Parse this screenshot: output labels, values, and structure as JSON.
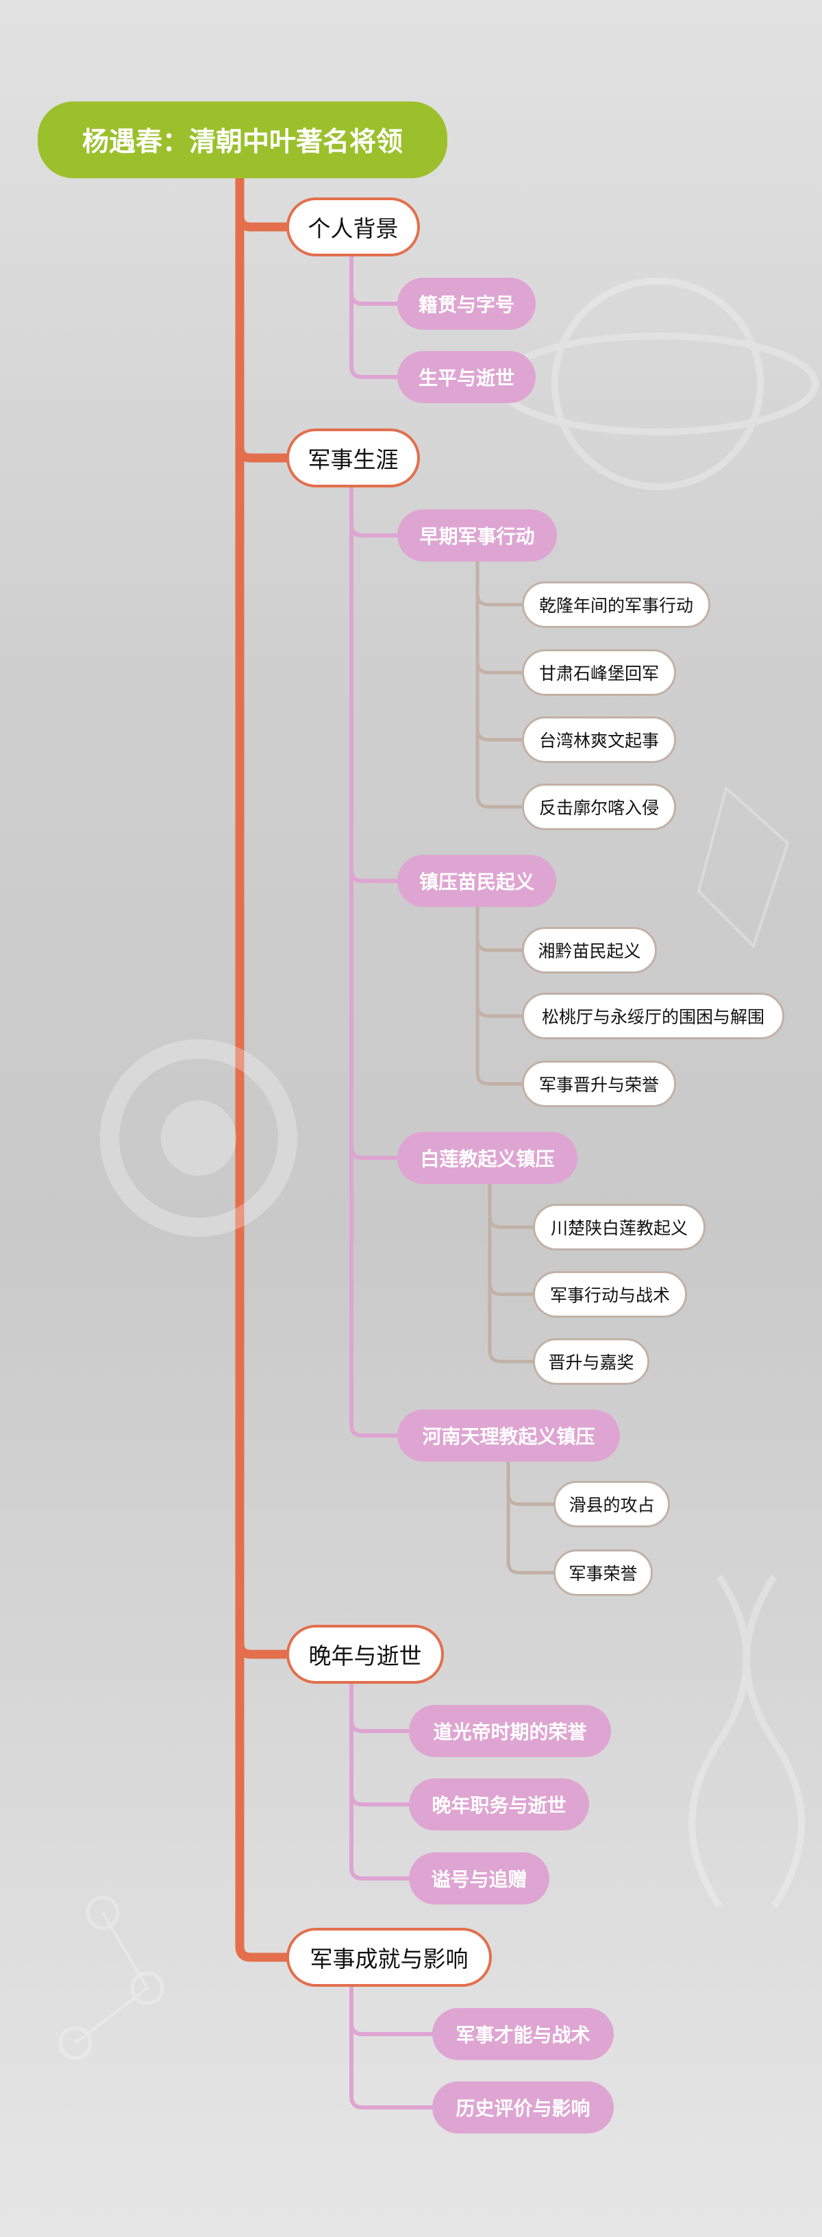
{
  "colors": {
    "root_fill": "#9bc02c",
    "level1_border": "#e36f4d",
    "level2_fill": "#dea5d2",
    "level3_border": "#c2b1a6",
    "trunk_line": "#e36f4d",
    "branch_line": "#dea5d2",
    "leaf_line": "#c2b1a6"
  },
  "root": {
    "label": "杨遇春：清朝中叶著名将领"
  },
  "sections": [
    {
      "label": "个人背景",
      "children": [
        {
          "label": "籍贯与字号",
          "children": []
        },
        {
          "label": "生平与逝世",
          "children": []
        }
      ]
    },
    {
      "label": "军事生涯",
      "children": [
        {
          "label": "早期军事行动",
          "children": [
            "乾隆年间的军事行动",
            "甘肃石峰堡回军",
            "台湾林爽文起事",
            "反击廓尔喀入侵"
          ]
        },
        {
          "label": "镇压苗民起义",
          "children": [
            "湘黔苗民起义",
            "松桃厅与永绥厅的围困与解围",
            "军事晋升与荣誉"
          ]
        },
        {
          "label": "白莲教起义镇压",
          "children": [
            "川楚陕白莲教起义",
            "军事行动与战术",
            "晋升与嘉奖"
          ]
        },
        {
          "label": "河南天理教起义镇压",
          "children": [
            "滑县的攻占",
            "军事荣誉"
          ]
        }
      ]
    },
    {
      "label": "晚年与逝世",
      "children": [
        {
          "label": "道光帝时期的荣誉",
          "children": []
        },
        {
          "label": "晚年职务与逝世",
          "children": []
        },
        {
          "label": "谥号与追赠",
          "children": []
        }
      ]
    },
    {
      "label": "军事成就与影响",
      "children": [
        {
          "label": "军事才能与战术",
          "children": []
        },
        {
          "label": "历史评价与影响",
          "children": []
        }
      ]
    }
  ]
}
